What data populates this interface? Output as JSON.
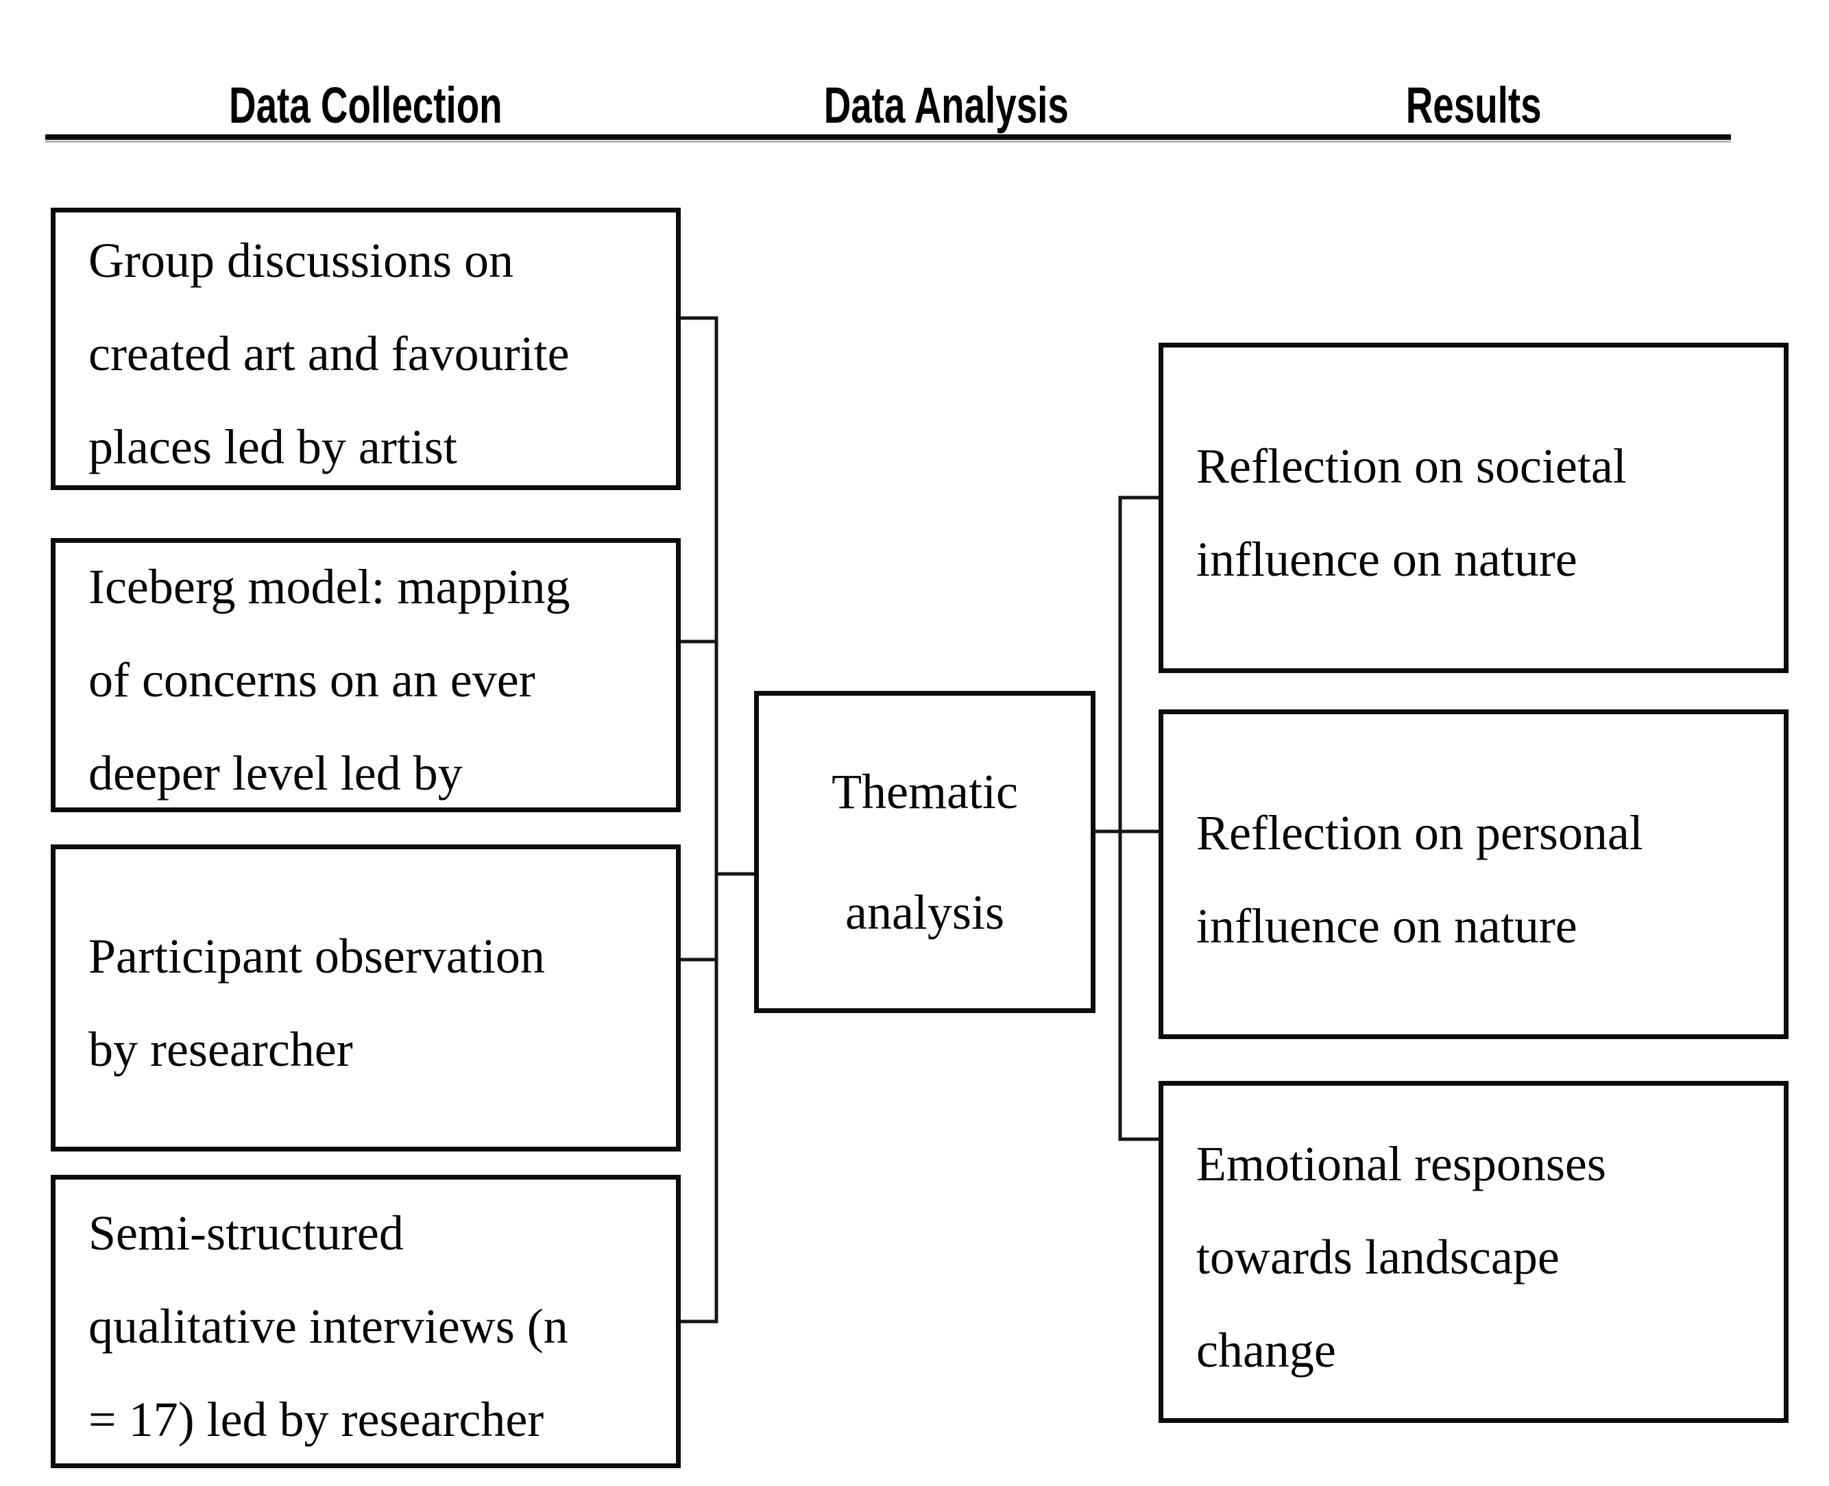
{
  "diagram": {
    "headers": {
      "data_collection": "Data Collection",
      "data_analysis": "Data Analysis",
      "results": "Results"
    },
    "collection_boxes": [
      {
        "text": "Group discussions on\ncreated art and favourite\nplaces led by artist"
      },
      {
        "text": "Iceberg model: mapping\nof concerns on an ever\ndeeper level led by"
      },
      {
        "text": "Participant observation\nby researcher"
      },
      {
        "text": "Semi-structured\nqualitative interviews (n\n= 17) led by researcher"
      }
    ],
    "analysis_box": {
      "text": "Thematic\nanalysis"
    },
    "results_boxes": [
      {
        "text": "Reflection on societal\ninfluence on nature"
      },
      {
        "text": "Reflection on personal\ninfluence on nature"
      },
      {
        "text": "Emotional responses\ntowards landscape\nchange"
      }
    ],
    "colors": {
      "background": "#ffffff",
      "text": "#060606",
      "line": "#161616"
    }
  }
}
